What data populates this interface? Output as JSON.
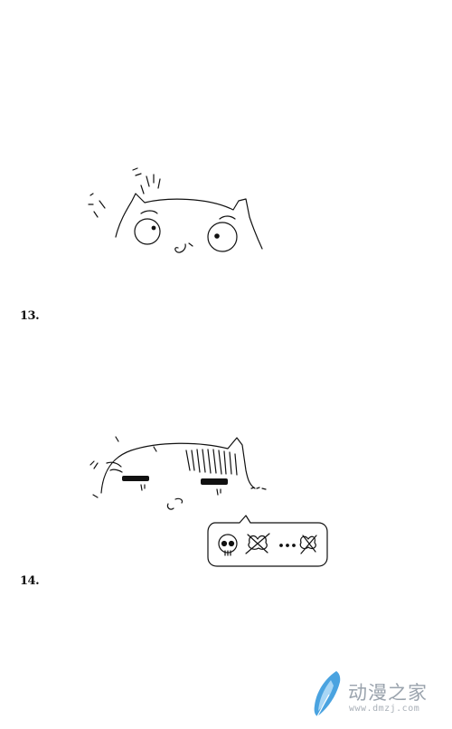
{
  "panels": [
    {
      "number": "13."
    },
    {
      "number": "14."
    }
  ],
  "watermark": {
    "logo_icon": "feather-logo-icon",
    "title": "动漫之家",
    "url": "www.dmzj.com",
    "colors": {
      "text": "#9aa3ad",
      "logo_blue": "#4aa3e0",
      "logo_light": "#a8d6f5"
    }
  }
}
